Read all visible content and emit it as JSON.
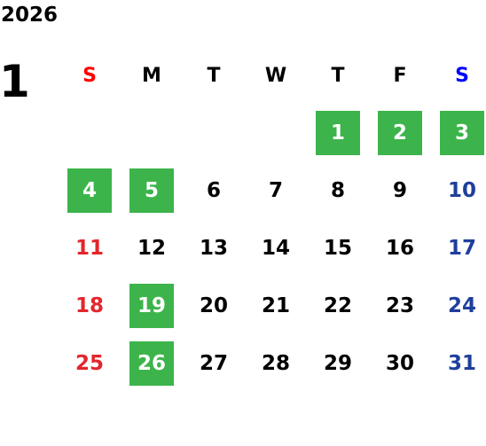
{
  "year": "2026",
  "month": "1",
  "weekdays": [
    "S",
    "M",
    "T",
    "W",
    "T",
    "F",
    "S"
  ],
  "weeks": [
    [
      "",
      "",
      "",
      "",
      "1",
      "2",
      "3"
    ],
    [
      "4",
      "5",
      "6",
      "7",
      "8",
      "9",
      "10"
    ],
    [
      "11",
      "12",
      "13",
      "14",
      "15",
      "16",
      "17"
    ],
    [
      "18",
      "19",
      "20",
      "21",
      "22",
      "23",
      "24"
    ],
    [
      "25",
      "26",
      "27",
      "28",
      "29",
      "30",
      "31"
    ]
  ],
  "highlighted_days": [
    "1",
    "2",
    "3",
    "4",
    "5",
    "19",
    "26"
  ],
  "colors": {
    "highlight": "#3cb44b",
    "sunday": "#e3262c",
    "saturday": "#1f3f9c",
    "weekday": "#000000"
  }
}
